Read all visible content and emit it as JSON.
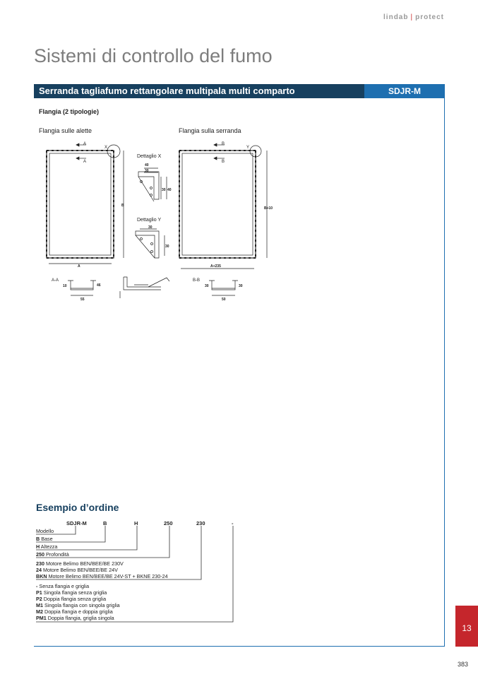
{
  "brand": {
    "name": "lindab",
    "separator": "|",
    "sub": "protect"
  },
  "page_title": "Sistemi di controllo del fumo",
  "title_bar": {
    "product_name": "Serranda tagliafumo rettangolare multipala multi comparto",
    "code": "SDJR-M"
  },
  "section": {
    "subheading": "Flangia (2 tipologie)"
  },
  "drawing": {
    "caption_left": "Flangia sulle alette",
    "caption_right": "Flangia sulla serranda",
    "detail_x": "Dettaglio X",
    "detail_y": "Dettaglio Y",
    "labels": {
      "a": "A",
      "b": "B",
      "x": "X",
      "y": "Y",
      "b_side": "B",
      "b_plus": "B+10",
      "a_bottom": "A",
      "a_plus": "A+235",
      "aa": "A-A",
      "bb": "B-B"
    },
    "dims": {
      "d40": "40",
      "d30": "30",
      "d30b": "30",
      "d40b": "40",
      "dy30": "30",
      "dy30b": "30",
      "aa_h": "10",
      "aa_h2": "46",
      "aa_w": "55",
      "bb_h": "30",
      "bb_h2": "30",
      "bb_w": "50"
    }
  },
  "order": {
    "title": "Esempio d’ordine",
    "codes": [
      "SDJR-M",
      "B",
      "H",
      "250",
      "230",
      "-"
    ],
    "lines": {
      "modello": "Modello",
      "base_code": "B",
      "base_text": " Base",
      "alt_code": "H",
      "alt_text": " Altezza",
      "prof_code": "250",
      "prof_text": " Profondità",
      "m1_code": "230",
      "m1_text": " Motore Belimo BEN/BEE/BE 230V",
      "m2_code": "24",
      "m2_text": " Motore Belimo BEN/BEE/BE 24V",
      "m3_code": "BKN",
      "m3_text": " Motore Belimo BEN/BEE/BE 24V-ST + BKNE 230-24",
      "f0_code": "-",
      "f0_text": " Senza flangia e griglia",
      "f1_code": "P1",
      "f1_text": " Singola flangia senza griglia",
      "f2_code": "P2",
      "f2_text": " Doppia flangia senza griglia",
      "f3_code": "M1",
      "f3_text": " Singola flangia con singola griglia",
      "f4_code": "M2",
      "f4_text": " Doppia flangia e doppia griglia",
      "f5_code": "PM1",
      "f5_text": " Doppia flangia, griglia singola"
    }
  },
  "chapter_tab": "13",
  "page_number": "383",
  "colors": {
    "dark_blue": "#17405f",
    "blue": "#1e6fb0",
    "red": "#c5262c"
  }
}
